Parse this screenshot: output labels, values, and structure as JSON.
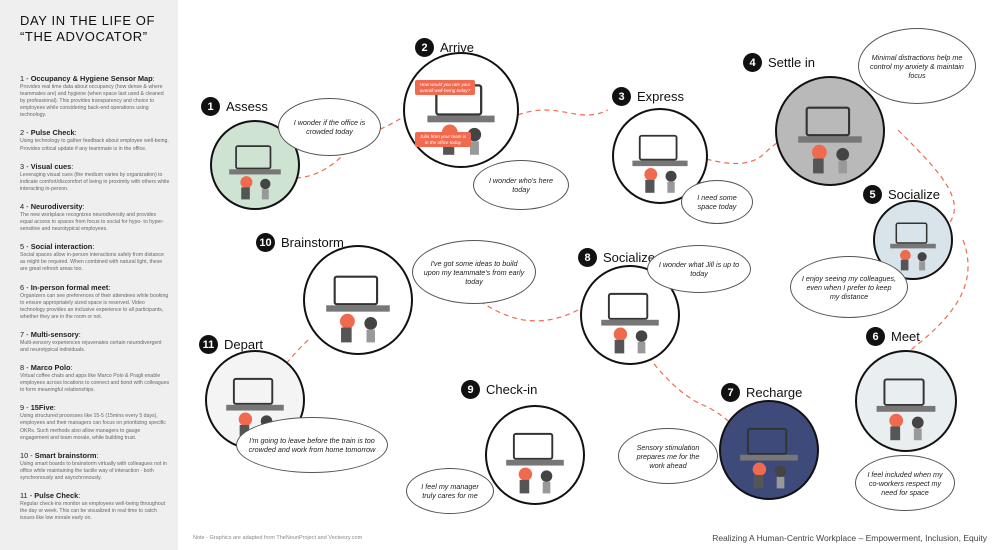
{
  "sidebar": {
    "title": "DAY IN THE LIFE OF “THE ADVOCATOR”",
    "items": [
      {
        "num": "1 - ",
        "heading": "Occupancy & Hygiene Sensor Map",
        "desc": "Provides real time data about occupancy (how dense & where teammates are) and hygiene (when space last used & cleaned by professional). This provides transparency and choice to employees while considering back-end operations using technology."
      },
      {
        "num": "2 - ",
        "heading": "Pulse Check",
        "desc": "Using technology to gather feedback about employee well-being. Provides critical update if any teammate is in the office."
      },
      {
        "num": "3 - ",
        "heading": "Visual cues",
        "desc": "Leveraging visual cues (the medium varies by organization) to indicate comfort/discomfort of being in proximity with others while interacting in-person."
      },
      {
        "num": "4 - ",
        "heading": "Neurodiversity",
        "desc": "The new workplace recognizes neurodiversity and provides equal access to spaces from focus to social for hypo- to hyper-sensitive and neurotypical employees."
      },
      {
        "num": "5 - ",
        "heading": "Social interaction",
        "desc": "Social spaces allow in-person interactions safely from distance as might be required. When combined with natural light, these are great refresh areas too."
      },
      {
        "num": "6 - ",
        "heading": "In-person formal meet",
        "desc": "Organizers can see preferences of their attendees while booking to ensure appropriately sized space is reserved. Video technology provides an inclusive experience to all participants, whether they are in the room or not."
      },
      {
        "num": "7 - ",
        "heading": "Multi-sensory",
        "desc": "Multi-sensory experiences rejuvenates certain neurodivergent and neurotypical individuals."
      },
      {
        "num": "8 - ",
        "heading": "Marco Polo",
        "desc": "Virtual coffee chats and apps like Marco Polo & Pragli enable employees across locations to connect and bond with colleagues to form meaningful relationships."
      },
      {
        "num": "9 - ",
        "heading": "15Five",
        "desc": "Using structured processes like 15-5 (15mins every 5 days), employees and their managers can focus on prioritizing specific OKRs. Such methods also allow managers to gauge engagement and team morale, while building trust."
      },
      {
        "num": "10 - ",
        "heading": "Smart brainstorm",
        "desc": "Using smart boards to brainstorm virtually with colleagues not in office while maintaining the tactile way of interaction - both synchronously and asynchronously."
      },
      {
        "num": "11 - ",
        "heading": "Pulse Check",
        "desc": "Regular check-ins monitor an employees well-being throughout the day or week. This can be visualized in real time to catch issues like low morale early on."
      }
    ]
  },
  "stations": [
    {
      "num": "1",
      "label": "Assess",
      "thought": "I wonder if the office is crowded today",
      "icon": "office-map-illustration"
    },
    {
      "num": "2",
      "label": "Arrive",
      "thought": "I wonder who's here today",
      "icon": "phone-pulse-illustration",
      "messages": [
        "How would you rate your overall well-being today?",
        "Julia from your team is in the office today"
      ]
    },
    {
      "num": "3",
      "label": "Express",
      "thought": "I need some space today",
      "icon": "wristband-hand-illustration"
    },
    {
      "num": "4",
      "label": "Settle in",
      "thought": "Minimal distractions help me control my anxiety & maintain focus",
      "icon": "focus-desk-illustration"
    },
    {
      "num": "5",
      "label": "Socialize",
      "thought": "I enjoy seeing my colleagues, even when I prefer to keep my distance",
      "icon": "social-space-illustration"
    },
    {
      "num": "6",
      "label": "Meet",
      "thought": "I feel included when my co-workers respect my need for space",
      "icon": "meeting-room-illustration"
    },
    {
      "num": "7",
      "label": "Recharge",
      "thought": "Sensory stimulation prepares me for the work ahead",
      "icon": "sensory-room-illustration"
    },
    {
      "num": "8",
      "label": "Socialize",
      "thought": "I wonder what Jill is up to today",
      "icon": "video-chat-illustration"
    },
    {
      "num": "9",
      "label": "Check-in",
      "thought": "I feel my manager truly cares for me",
      "icon": "one-on-one-illustration"
    },
    {
      "num": "10",
      "label": "Brainstorm",
      "thought": "I've got some ideas to build upon my teammate's from early today",
      "icon": "smart-board-illustration"
    },
    {
      "num": "11",
      "label": "Depart",
      "thought": "I'm going to leave before the train is too crowded and work from home tomorrow",
      "icon": "survey-form-illustration"
    }
  ],
  "footer": {
    "note": "Note - Graphics are adapted from TheNounProject and Vecteezy.com",
    "tagline": "Realizing A Human-Centric Workplace – Empowerment, Inclusion, Equity"
  },
  "colors": {
    "accent": "#ef6a4f",
    "sidebar_bg": "#efefef",
    "ink": "#111111"
  }
}
